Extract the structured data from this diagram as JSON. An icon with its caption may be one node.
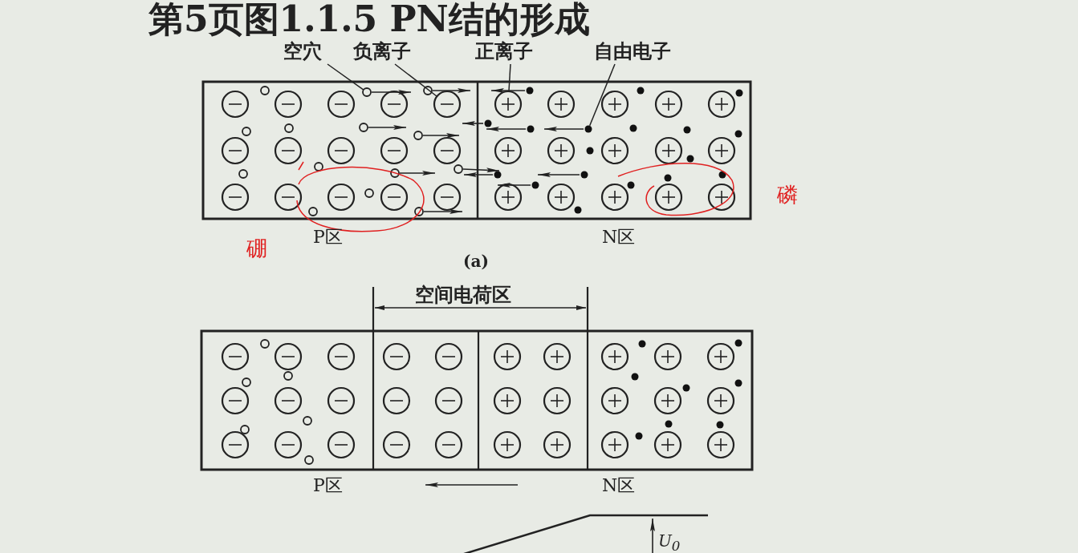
{
  "diagram": {
    "title": "第5页图1.1.5 PN结的形成",
    "nodes": [
      {
        "text": [
          "空穴"
        ]
      },
      {
        "text": [
          "负离子"
        ]
      },
      {
        "text": [
          "正离子"
        ]
      },
      {
        "text": [
          "自由电子"
        ]
      },
      {
        "text": [],
        "shape": "circle"
      },
      {
        "text": [],
        "shape": "circle"
      },
      {
        "text": [],
        "shape": "circle"
      },
      {
        "text": [],
        "shape": "circle"
      }
    ],
    "edges": [
      {
        "from": 0,
        "to": 4,
        "arrow": "none"
      },
      {
        "from": 1,
        "to": 5,
        "arrow": "none"
      },
      {
        "from": 2,
        "to": 6,
        "arrow": "none"
      },
      {
        "from": 3,
        "to": 7,
        "arrow": "none"
      }
    ],
    "labels": [
      "P区",
      "N区",
      "(a)",
      "空间电荷区",
      "P区",
      "N区",
      "U$_{0}$",
      "硼",
      "磷"
    ]
  }
}
